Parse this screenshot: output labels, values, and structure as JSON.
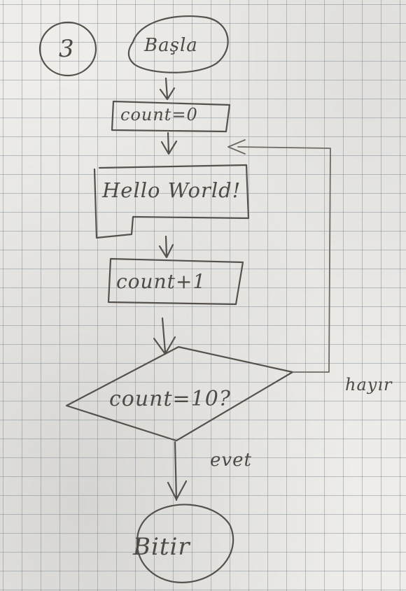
{
  "problem_number": "3",
  "nodes": {
    "start": "Başla",
    "init": "count=0",
    "output": "Hello World!",
    "increment": "count+1",
    "decision": "count=10?",
    "end": "Bitir"
  },
  "edges": {
    "no": "hayır",
    "yes": "evet"
  },
  "colors": {
    "paper": "#eeedea",
    "grid": "#7a828c",
    "pencil": "#55524d"
  }
}
